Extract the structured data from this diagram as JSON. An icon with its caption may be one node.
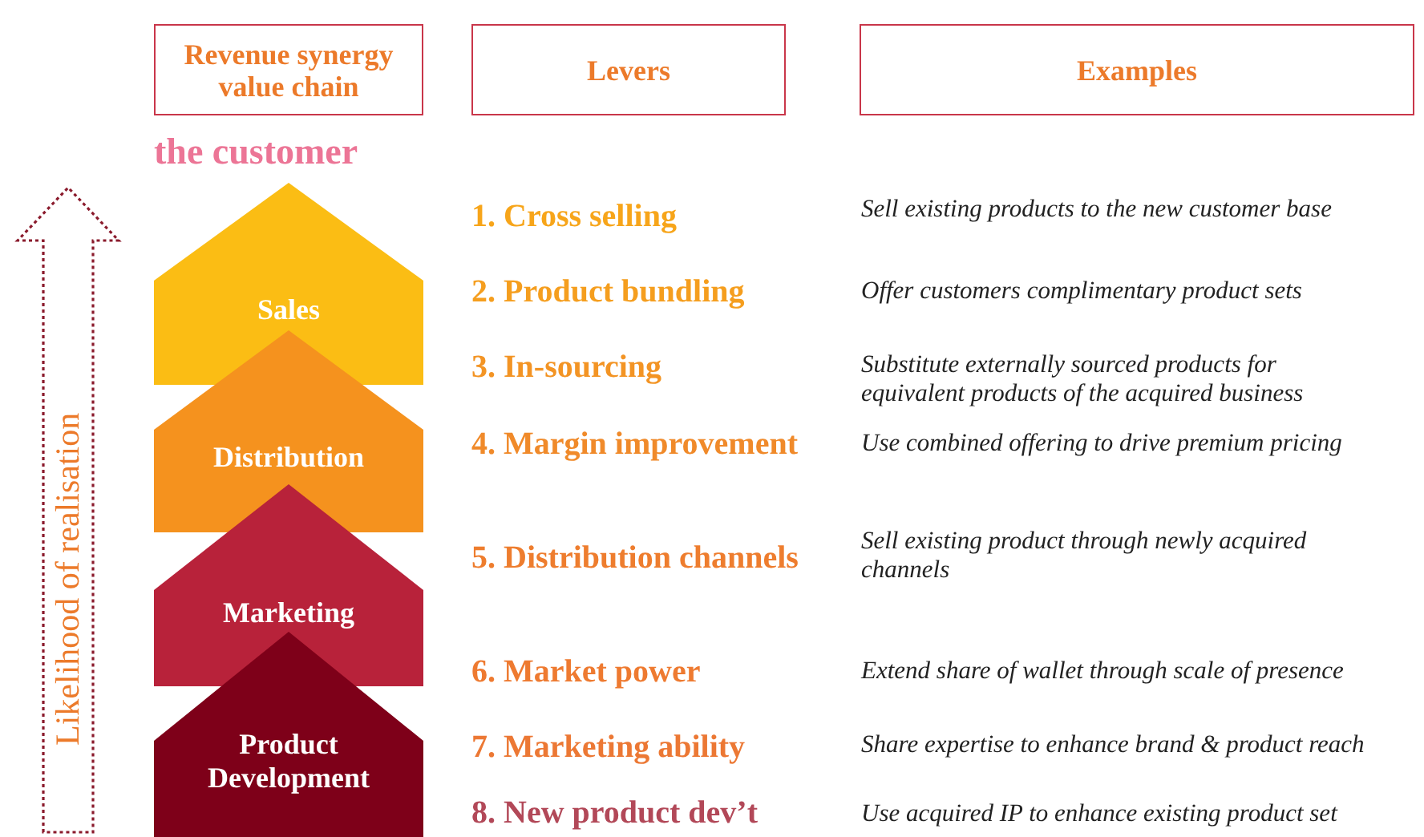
{
  "diagram": {
    "nodes": [
      {
        "text": [
          "Revenue synergy value chain"
        ]
      },
      {
        "text": [
          "Levers"
        ]
      },
      {
        "text": [
          "Examples"
        ]
      },
      {
        "text": [
          "Sales"
        ]
      },
      {
        "text": [
          "Distribution"
        ]
      },
      {
        "text": [
          "Marketing"
        ]
      },
      {
        "text": [
          "Product Development"
        ]
      }
    ],
    "edges": [],
    "labels": [
      "the customer",
      "Likelihood of realisation",
      "1. Cross selling",
      "Sell existing products to the new customer base",
      "2. Product bundling",
      "Offer customers complimentary product sets",
      "3. In-sourcing",
      "Substitute externally sourced products for equivalent products of the acquired business",
      "4. Margin improvement",
      "Use combined offering to drive premium pricing",
      "5. Distribution channels",
      "Sell existing product through newly acquired channels",
      "6. Market power",
      "Extend share of wallet through scale of presence",
      "7. Marketing ability",
      "Share expertise to enhance brand & product reach",
      "8. New product dev’t",
      "Use acquired IP to enhance existing product set"
    ]
  }
}
